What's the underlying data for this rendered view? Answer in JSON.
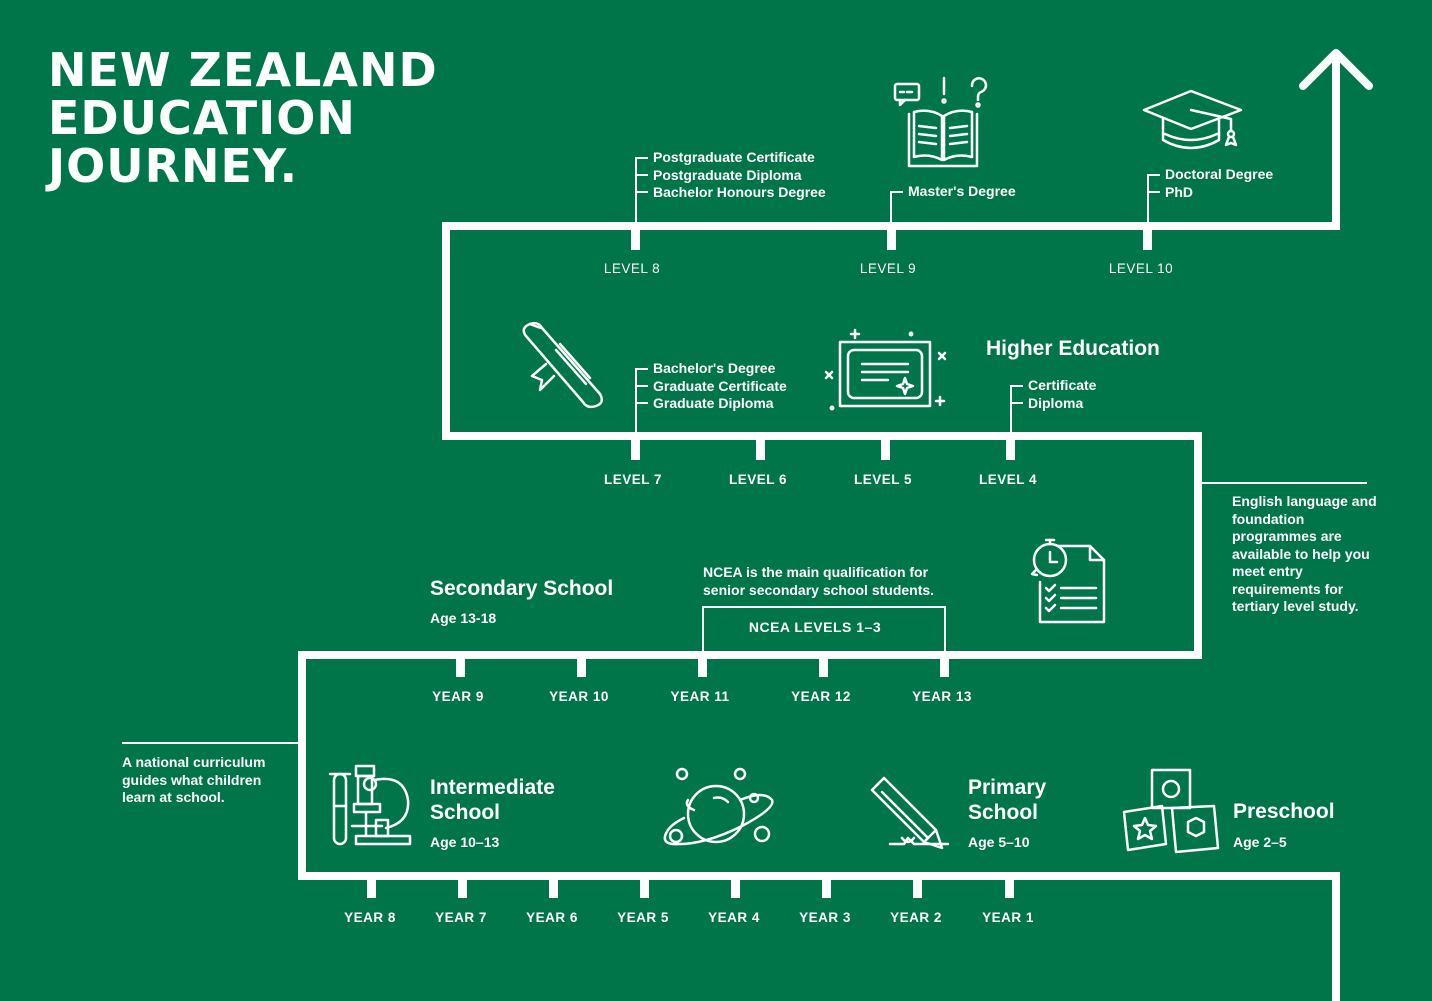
{
  "title": [
    "NEW ZEALAND",
    "EDUCATION",
    "JOURNEY."
  ],
  "higher_education": {
    "heading": "Higher Education",
    "top_row": [
      "LEVEL 8",
      "LEVEL 9",
      "LEVEL 10"
    ],
    "middle_row": [
      "LEVEL 7",
      "LEVEL 6",
      "LEVEL 5",
      "LEVEL 4"
    ],
    "level8_quals": [
      "Postgraduate Certificate",
      "Postgraduate Diploma",
      "Bachelor Honours Degree"
    ],
    "level9_quals": [
      "Master's Degree"
    ],
    "level10_quals": [
      "Doctoral Degree",
      "PhD"
    ],
    "level7_quals": [
      "Bachelor's Degree",
      "Graduate Certificate",
      "Graduate Diploma"
    ],
    "level4_quals": [
      "Certificate",
      "Diploma"
    ]
  },
  "english_note": "English language and foundation programmes are available to help you meet entry requirements for tertiary level study.",
  "secondary": {
    "heading": "Secondary School",
    "age": "Age 13-18",
    "years": [
      "YEAR 9",
      "YEAR 10",
      "YEAR 11",
      "YEAR 12",
      "YEAR 13"
    ],
    "ncea_note": [
      "NCEA is the main qualification for",
      "senior secondary school students."
    ],
    "ncea_box": "NCEA LEVELS 1–3"
  },
  "curriculum_note": "A national curriculum guides what children learn at school.",
  "intermediate": {
    "heading": [
      "Intermediate",
      "School"
    ],
    "age": "Age 10–13"
  },
  "primary": {
    "heading": [
      "Primary",
      "School"
    ],
    "age": "Age 5–10"
  },
  "preschool": {
    "heading": "Preschool",
    "age": "Age 2–5"
  },
  "bottom_years": [
    "YEAR 8",
    "YEAR 7",
    "YEAR 6",
    "YEAR 5",
    "YEAR 4",
    "YEAR 3",
    "YEAR 2",
    "YEAR 1"
  ],
  "icons": [
    "microscope-icon",
    "planet-icon",
    "pencil-icon",
    "blocks-icon",
    "checklist-clock-icon",
    "certificate-icon",
    "diploma-scroll-icon",
    "open-book-icon",
    "graduation-cap-icon"
  ],
  "colors": {
    "background": "#00754a",
    "line": "#ffffff"
  }
}
